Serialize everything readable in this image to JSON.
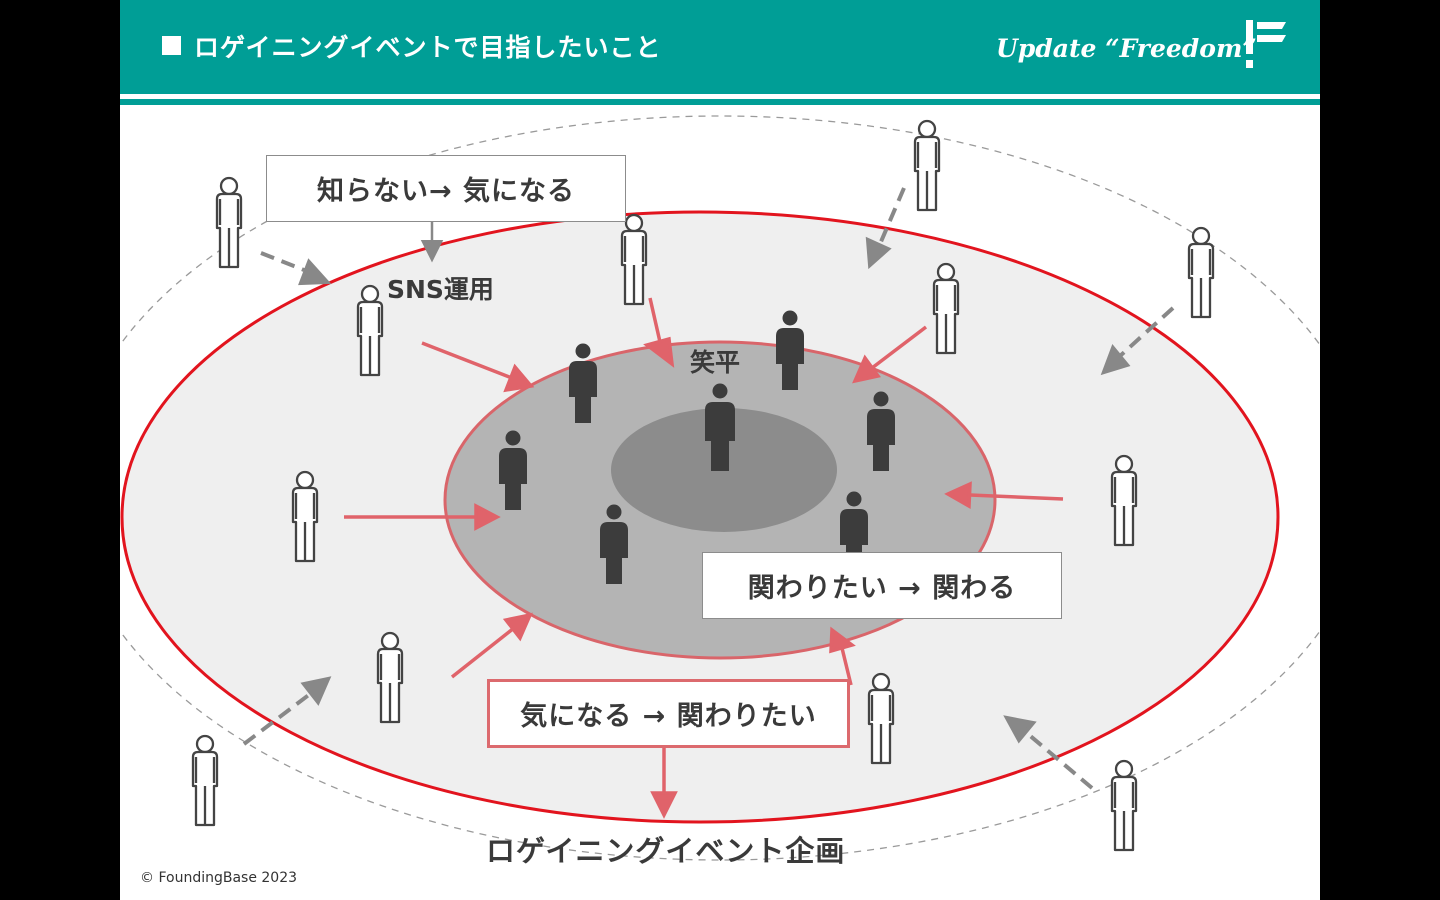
{
  "header": {
    "title": "ロゲイニングイベントで目指したいこと",
    "slogan": "Update “Freedom”",
    "logo_icon": "foundingbase-flag-logo-icon"
  },
  "diagram": {
    "boxes": {
      "know_to_interest": "知らない→ 気になる",
      "want_to_engage": "関わりたい → 関わる",
      "interest_to_want": "気になる → 関わりたい"
    },
    "labels": {
      "sns": "SNS運用",
      "core_person": "笑平",
      "event": "ロゲイニングイベント企画"
    }
  },
  "footer": {
    "copyright": "© FoundingBase 2023"
  },
  "colors": {
    "header": "#009e96",
    "ring_outer_stroke": "#e2141e",
    "ring_inner_stroke": "#d9656a",
    "arrow_red": "#e0636a",
    "arrow_gray": "#888888",
    "person_dark": "#3c3c3c",
    "person_outline": "#444444"
  }
}
